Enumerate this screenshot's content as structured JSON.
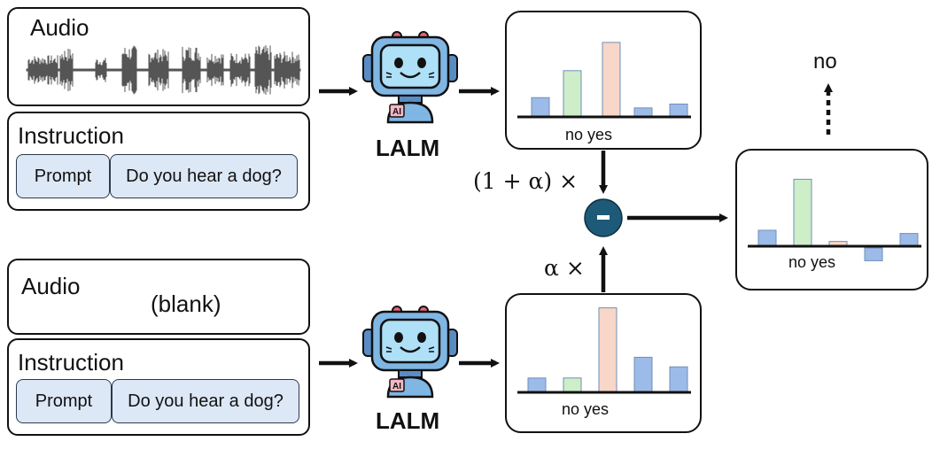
{
  "top_input": {
    "audio_label": "Audio",
    "instruction_label": "Instruction",
    "prompt_label": "Prompt",
    "question": "Do you hear a dog?"
  },
  "bottom_input": {
    "audio_label": "Audio",
    "blank_text": "(blank)",
    "instruction_label": "Instruction",
    "prompt_label": "Prompt",
    "question": "Do you hear a dog?"
  },
  "model": {
    "name": "LALM",
    "badge": "AI"
  },
  "coefficients": {
    "top": "(1 + α) ×",
    "bottom": "α ×"
  },
  "operator": {
    "symbol": "−"
  },
  "output": {
    "answer": "no"
  },
  "chart_data": [
    {
      "type": "bar",
      "xlabel": "no yes",
      "values": [
        1.5,
        3.6,
        5.8,
        0.7,
        1.0
      ],
      "bar_colors": [
        "#9dbbe8",
        "#cdeec9",
        "#f8d6c8",
        "#9dbbe8",
        "#9dbbe8"
      ]
    },
    {
      "type": "bar",
      "xlabel": "no yes",
      "values": [
        0.9,
        0.9,
        5.3,
        2.2,
        1.6
      ],
      "bar_colors": [
        "#9dbbe8",
        "#cdeec9",
        "#f8d6c8",
        "#9dbbe8",
        "#9dbbe8"
      ]
    },
    {
      "type": "bar",
      "xlabel": "no yes",
      "values": [
        1.0,
        4.2,
        0.3,
        -0.8,
        0.8
      ],
      "bar_colors": [
        "#9dbbe8",
        "#cdeec9",
        "#f8d6c8",
        "#9dbbe8",
        "#9dbbe8"
      ]
    }
  ],
  "colors": {
    "operator_fill": "#1d5a78",
    "robot_body": "#7fb6e3",
    "robot_face": "#aee0f7",
    "bar_stroke": "#6f8fb8"
  }
}
